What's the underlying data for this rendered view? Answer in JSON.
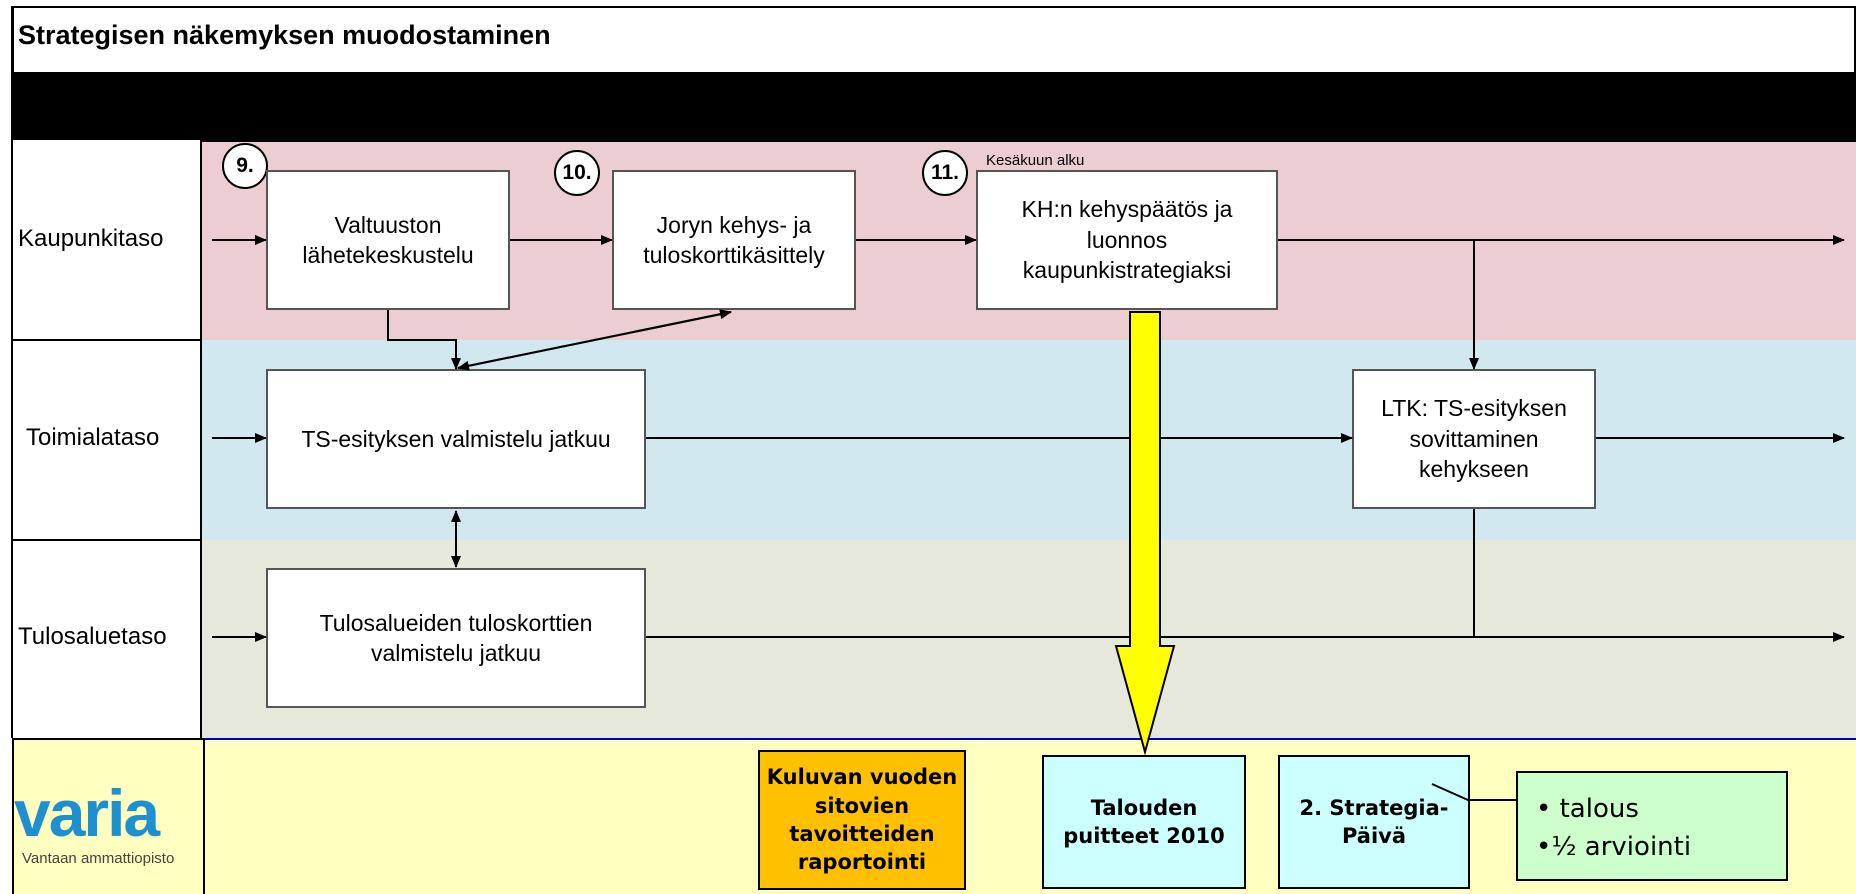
{
  "title": "Strategisen näkemyksen muodostaminen",
  "lanes": {
    "city": "Kaupunkitaso",
    "sector": "Toimialataso",
    "result": "Tulosaluetaso"
  },
  "steps": {
    "s9": {
      "number": "9.",
      "text": "Valtuuston lähetekeskustelu"
    },
    "s10": {
      "number": "10.",
      "text": "Joryn kehys- ja tuloskorttikäsittely"
    },
    "s11": {
      "number": "11.",
      "note": "Kesäkuun alku",
      "text": "KH:n kehyspäätös ja luonnos kaupunkistrategiaksi"
    }
  },
  "sector_boxes": {
    "ts": "TS-esityksen valmistelu jatkuu",
    "ltk": "LTK: TS-esityksen sovittaminen kehykseen"
  },
  "result_boxes": {
    "tulos": "Tulosalueiden tuloskorttien valmistelu jatkuu"
  },
  "bottom": {
    "logo": {
      "word": "varia",
      "tagline": "Vantaan ammattiopisto"
    },
    "reporting": "Kuluvan vuoden sitovien tavoitteiden raportointi",
    "finance": "Talouden puitteet 2010",
    "strategy_day": "2. Strategia-Päivä",
    "bullets": [
      "• talous",
      "•½ arviointi"
    ]
  },
  "colors": {
    "city_lane": "#ebcdd2",
    "sector_lane": "#d2e8ef",
    "result_lane": "#e6e8db",
    "bottom_strip": "#ffffc0",
    "reporting_box": "#ffc000",
    "cyan_box": "#ccffff",
    "bullet_box": "#ccffcc",
    "arrow_yellow": "#ffff00",
    "logo_blue": "#1e90d0"
  }
}
